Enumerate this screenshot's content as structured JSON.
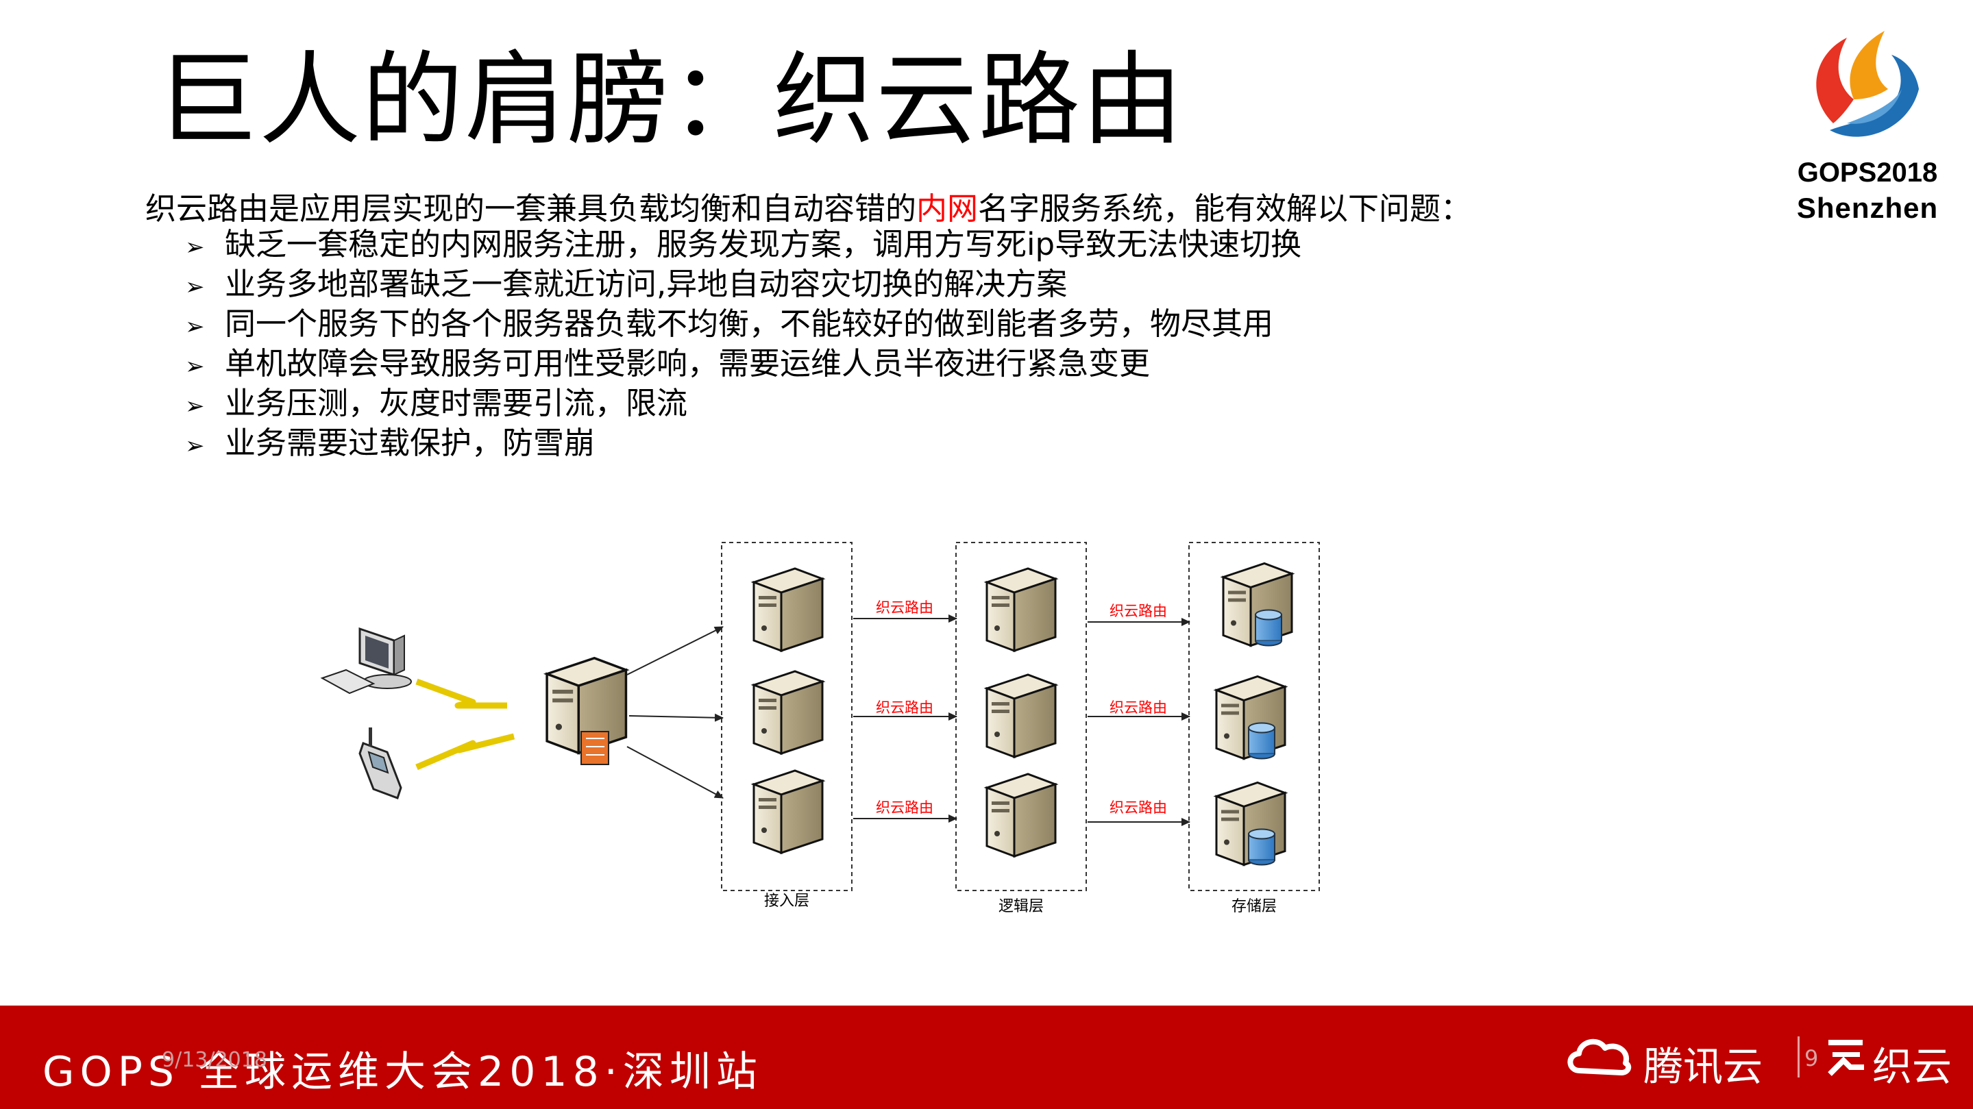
{
  "slide": {
    "title": "巨人的肩膀：织云路由",
    "intro_prefix": "织云路由是应用层实现的一套兼具负载均衡和自动容错的",
    "intro_highlight": "内网",
    "intro_suffix": "名字服务系统，能有效解以下问题：",
    "bullet_marker": "➢",
    "bullets": [
      "缺乏一套稳定的内网服务注册，服务发现方案，调用方写死ip导致无法快速切换",
      "业务多地部署缺乏一套就近访问,异地自动容灾切换的解决方案",
      "同一个服务下的各个服务器负载不均衡，不能较好的做到能者多劳，物尽其用",
      "单机故障会导致服务可用性受影响，需要运维人员半夜进行紧急变更",
      "业务压测，灰度时需要引流，限流",
      "业务需要过载保护，防雪崩"
    ]
  },
  "logo": {
    "line1": "GOPS2018",
    "line2": "Shenzhen",
    "colors": {
      "red": "#e63323",
      "orange": "#f39c12",
      "blue": "#1f6fb5"
    }
  },
  "diagram": {
    "layers": [
      "接入层",
      "逻辑层",
      "存储层"
    ],
    "arrow_label": "织云路由",
    "arrow_label_color": "#ff0000"
  },
  "footer": {
    "event": "GOPS 全球运维大会2018·深圳站",
    "date": "9/13/2018",
    "brand_tencent": "腾讯云",
    "brand_zhiyun": "织云",
    "page_number": "9",
    "bar_color": "#c00000"
  }
}
